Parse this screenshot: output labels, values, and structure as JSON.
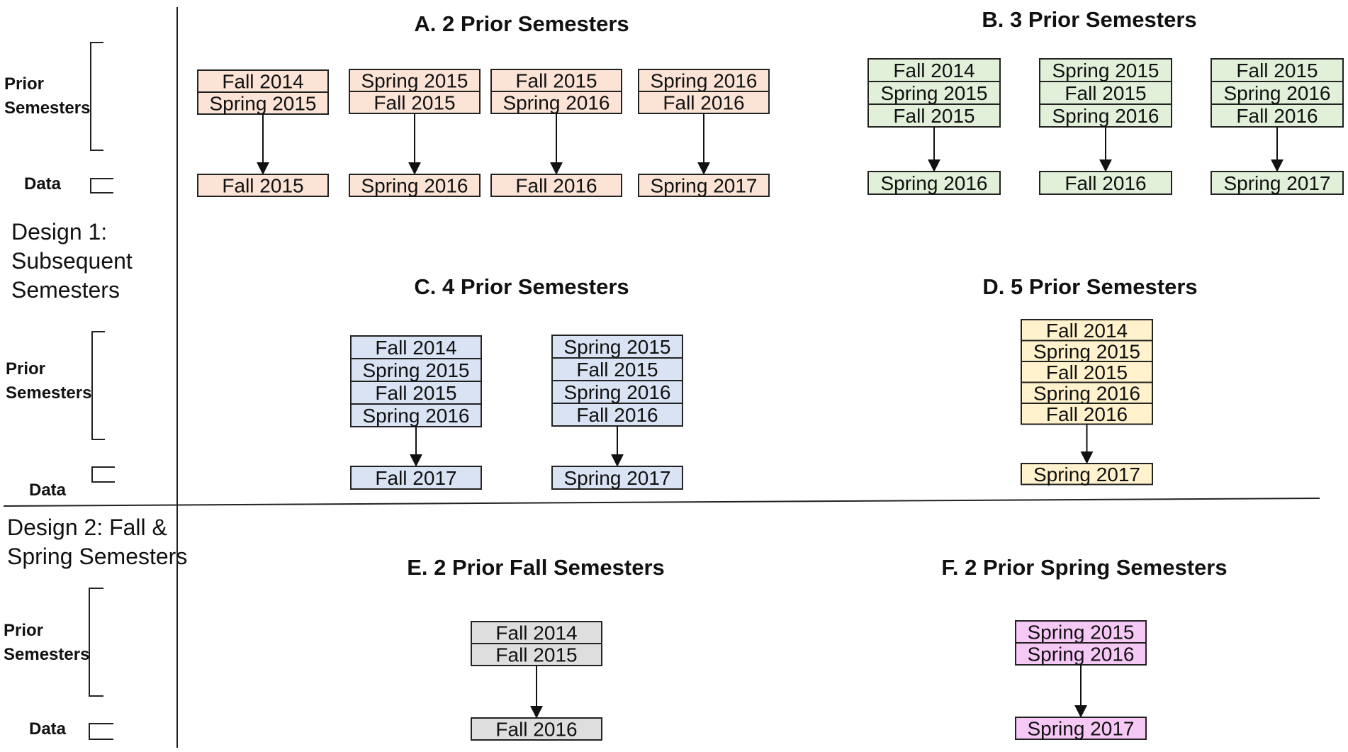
{
  "designs": {
    "design1_label": [
      "Design 1:",
      "Subsequent",
      "Semesters"
    ],
    "design2_label": [
      "Design 2: Fall &",
      "Spring Semesters"
    ]
  },
  "side_labels": {
    "prior_line1": "Prior",
    "prior_line2": "Semesters",
    "data": "Data"
  },
  "colors": {
    "A": "#fbe3d6",
    "B": "#e2f0d9",
    "C": "#dae3f3",
    "D": "#fff2cc",
    "E": "#dedede",
    "F": "#f6c8f6"
  },
  "panels": [
    {
      "id": "A",
      "title": "A. 2 Prior Semesters",
      "groups": [
        {
          "prior": [
            "Fall 2014",
            "Spring 2015"
          ],
          "data": "Fall 2015"
        },
        {
          "prior": [
            "Spring 2015",
            "Fall 2015"
          ],
          "data": "Spring 2016"
        },
        {
          "prior": [
            "Fall 2015",
            "Spring 2016"
          ],
          "data": "Fall 2016"
        },
        {
          "prior": [
            "Spring 2016",
            "Fall 2016"
          ],
          "data": "Spring 2017"
        }
      ]
    },
    {
      "id": "B",
      "title": "B. 3 Prior Semesters",
      "groups": [
        {
          "prior": [
            "Fall 2014",
            "Spring 2015",
            "Fall 2015"
          ],
          "data": "Spring 2016"
        },
        {
          "prior": [
            "Spring 2015",
            "Fall 2015",
            "Spring 2016"
          ],
          "data": "Fall 2016"
        },
        {
          "prior": [
            "Fall 2015",
            "Spring 2016",
            "Fall 2016"
          ],
          "data": "Spring 2017"
        }
      ]
    },
    {
      "id": "C",
      "title": "C. 4 Prior Semesters",
      "groups": [
        {
          "prior": [
            "Fall 2014",
            "Spring 2015",
            "Fall 2015",
            "Spring 2016"
          ],
          "data": "Fall 2017"
        },
        {
          "prior": [
            "Spring 2015",
            "Fall 2015",
            "Spring 2016",
            "Fall 2016"
          ],
          "data": "Spring 2017"
        }
      ]
    },
    {
      "id": "D",
      "title": "D. 5 Prior Semesters",
      "groups": [
        {
          "prior": [
            "Fall 2014",
            "Spring 2015",
            "Fall 2015",
            "Spring 2016",
            "Fall 2016"
          ],
          "data": "Spring 2017"
        }
      ]
    },
    {
      "id": "E",
      "title": "E. 2 Prior Fall Semesters",
      "groups": [
        {
          "prior": [
            "Fall 2014",
            "Fall 2015"
          ],
          "data": "Fall 2016"
        }
      ]
    },
    {
      "id": "F",
      "title": "F. 2 Prior Spring Semesters",
      "groups": [
        {
          "prior": [
            "Spring 2015",
            "Spring 2016"
          ],
          "data": "Spring 2017"
        }
      ]
    }
  ]
}
